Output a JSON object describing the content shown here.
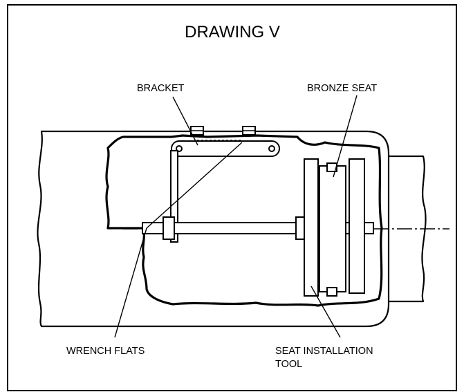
{
  "drawing": {
    "title": "DRAWING V",
    "labels": {
      "bracket": "BRACKET",
      "bronze_seat": "BRONZE SEAT",
      "wrench_flats": "WRENCH FLATS",
      "seat_tool_line1": "SEAT INSTALLATION",
      "seat_tool_line2": "TOOL"
    }
  }
}
